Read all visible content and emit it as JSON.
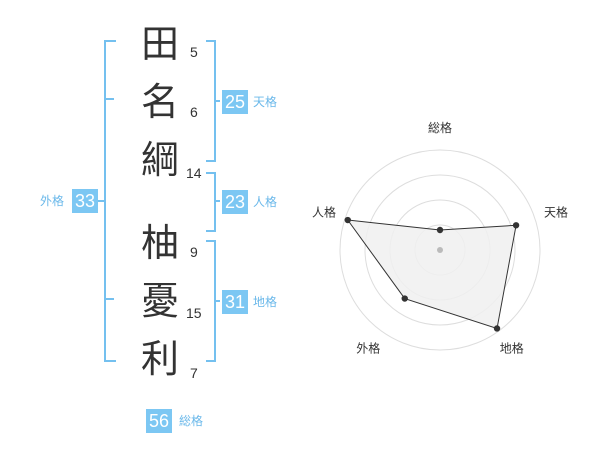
{
  "name": {
    "chars": [
      {
        "char": "田",
        "strokes": "5"
      },
      {
        "char": "名",
        "strokes": "6"
      },
      {
        "char": "綱",
        "strokes": "14"
      },
      {
        "char": "柚",
        "strokes": "9"
      },
      {
        "char": "憂",
        "strokes": "15"
      },
      {
        "char": "利",
        "strokes": "7"
      }
    ]
  },
  "kakusu": {
    "tenkaku": {
      "value": "25",
      "label": "天格"
    },
    "jinkaku": {
      "value": "23",
      "label": "人格"
    },
    "chikaku": {
      "value": "31",
      "label": "地格"
    },
    "gaikaku": {
      "value": "33",
      "label": "外格"
    },
    "soukaku": {
      "value": "56",
      "label": "総格"
    }
  },
  "chart_data": {
    "type": "radar",
    "axes": [
      "総格",
      "天格",
      "地格",
      "外格",
      "人格"
    ],
    "values": [
      1,
      4,
      5,
      3,
      5
    ],
    "rmax": 5,
    "rings": 4,
    "colors": {
      "fill": "#f0f0f0",
      "line": "#333333",
      "grid": "#dddddd",
      "center": "#bbbbbb"
    }
  }
}
